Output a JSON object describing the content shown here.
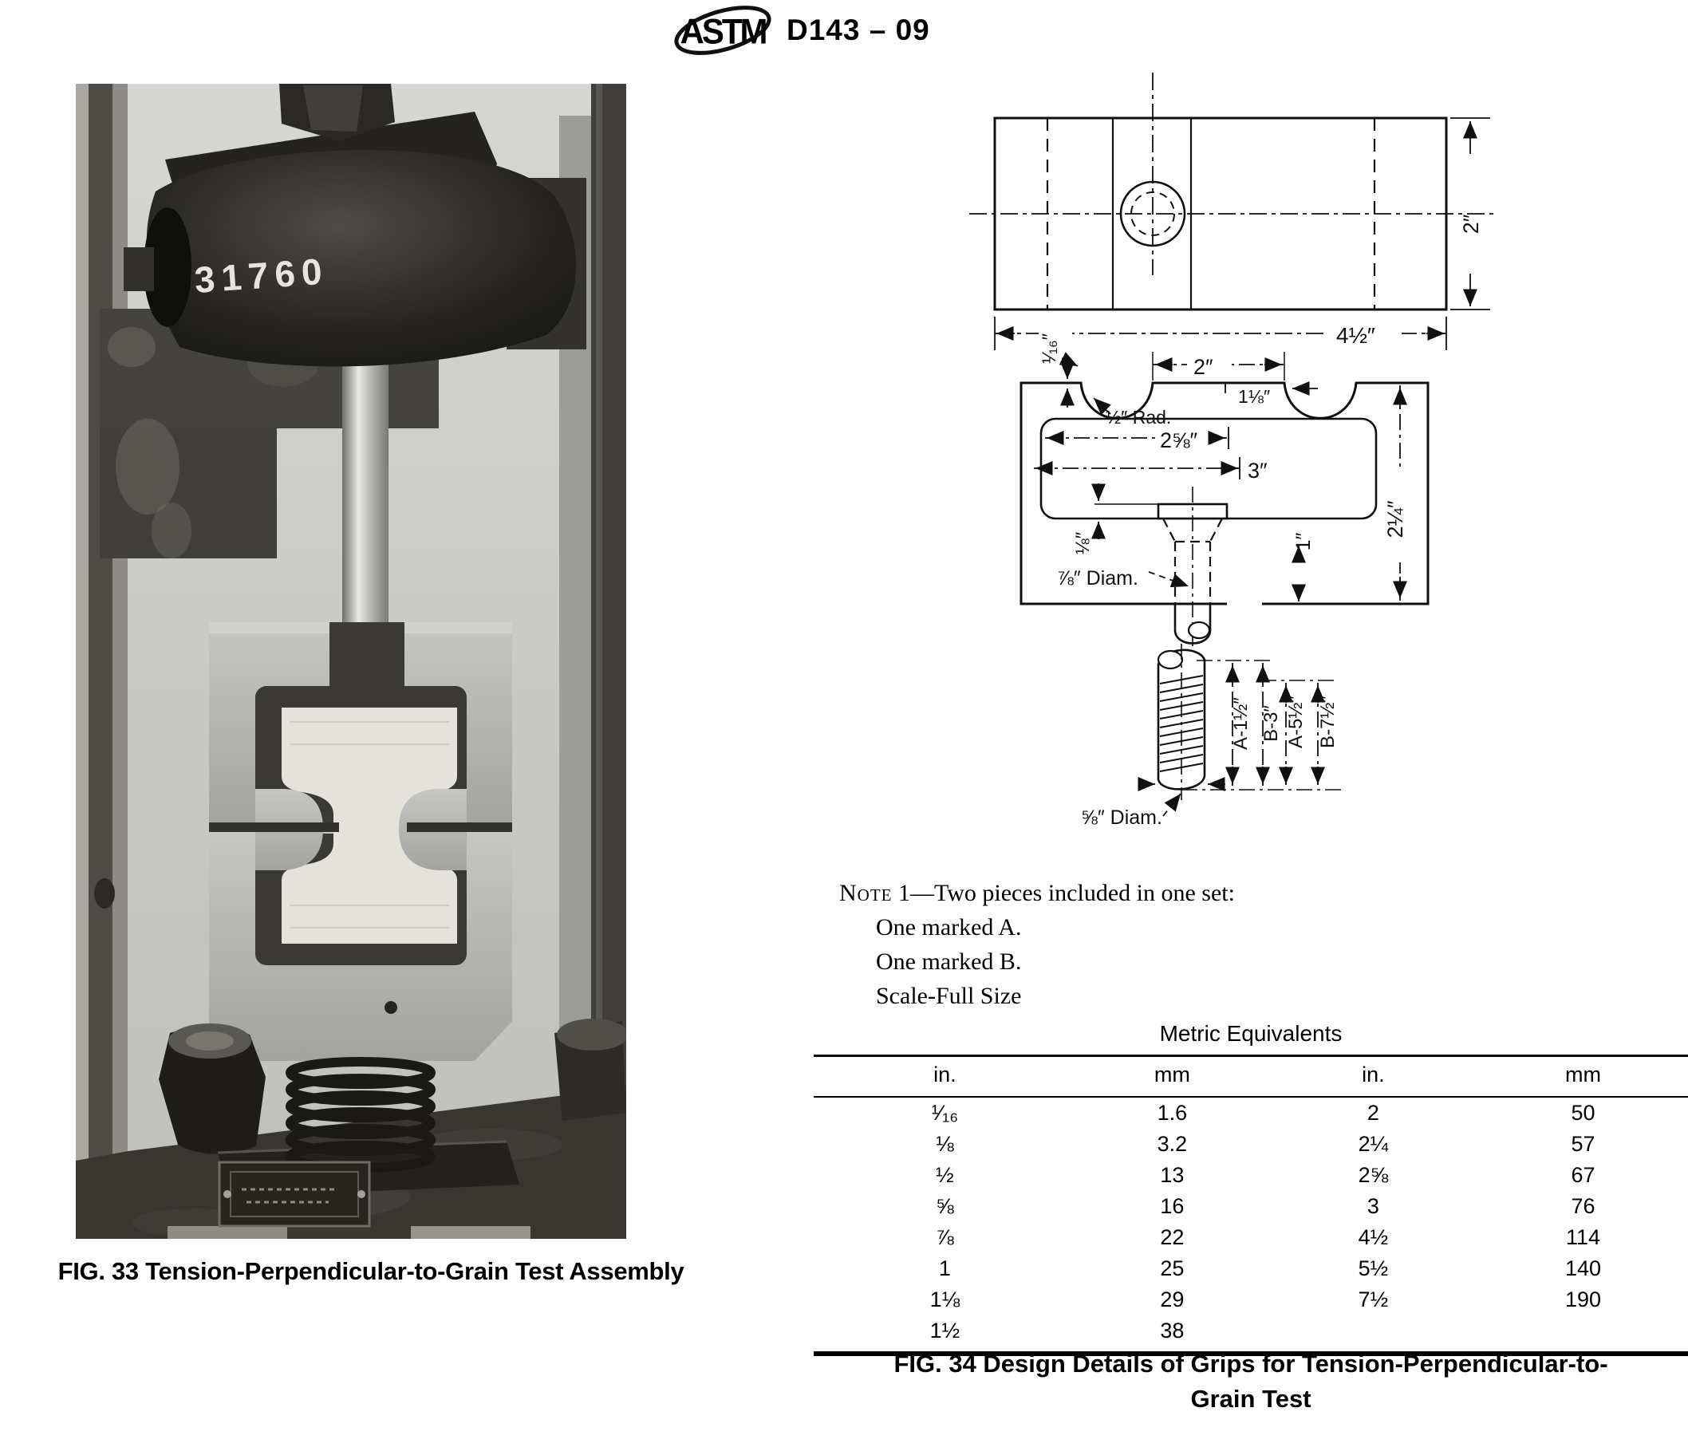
{
  "header": {
    "logo_text": "ASTM",
    "doc_code": "D143 – 09"
  },
  "figure33": {
    "chalk_marking": "31760",
    "caption": "FIG. 33 Tension-Perpendicular-to-Grain Test Assembly"
  },
  "figure34": {
    "note": {
      "label": "Note",
      "rest": " 1—Two pieces included in one set:",
      "lines": [
        "One marked A.",
        "One marked B.",
        "Scale-Full Size"
      ]
    },
    "dims": {
      "plan_height": "2″",
      "plan_width": "4½″",
      "lip": "¹⁄₁₆″",
      "land": "2″",
      "notch_offset": "1⅛″",
      "radius": "½″ Rad.",
      "cavity_w1": "2⅝″",
      "cavity_w2": "3″",
      "head_h": "⅛″",
      "bolt_diam": "⅞″ Diam.",
      "shank_len": "1″",
      "block_h": "2¼″",
      "rod_diam": "⅝″ Diam.",
      "len1": "A-1½″",
      "len2": "B-3″",
      "len3": "A-5½″",
      "len4": "B-7½″"
    },
    "table": {
      "title": "Metric Equivalents",
      "headers": [
        "in.",
        "mm",
        "in.",
        "mm"
      ],
      "rows": [
        [
          "¹⁄₁₆",
          "1.6",
          "2",
          "50"
        ],
        [
          "⅛",
          "3.2",
          "2¼",
          "57"
        ],
        [
          "½",
          "13",
          "2⅝",
          "67"
        ],
        [
          "⅝",
          "16",
          "3",
          "76"
        ],
        [
          "⅞",
          "22",
          "4½",
          "114"
        ],
        [
          "1",
          "25",
          "5½",
          "140"
        ],
        [
          "1⅛",
          "29",
          "7½",
          "190"
        ],
        [
          "1½",
          "38",
          "",
          ""
        ]
      ]
    },
    "caption_line1": "FIG. 34 Design Details of Grips for Tension-Perpendicular-to-",
    "caption_line2": "Grain Test"
  }
}
